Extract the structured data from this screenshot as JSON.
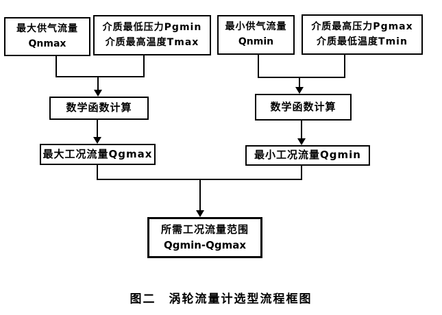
{
  "diagram": {
    "title": "涡轮流量计选型流程框图",
    "caption": "图二　涡轮流量计选型流程框图",
    "colors": {
      "line": "#000000",
      "text": "#000000",
      "background": "#ffffff"
    },
    "boxes": {
      "qnmax": {
        "line1": "最大供气流量",
        "line2": "Qnmax"
      },
      "pgmin_tmax": {
        "line1": "介质最低压力Pgmin",
        "line2": "介质最高温度Tmax"
      },
      "qnmin": {
        "line1": "最小供气流量",
        "line2": "Qnmin"
      },
      "pgmax_tmin": {
        "line1": "介质最高压力Pgmax",
        "line2": "介质最低温度Tmin"
      },
      "calc_left": {
        "label": "数学函数计算"
      },
      "calc_right": {
        "label": "数学函数计算"
      },
      "qgmax": {
        "label": "最大工况流量Qgmax"
      },
      "qgmin": {
        "label": "最小工况流量Qgmin"
      },
      "result": {
        "line1": "所需工况流量范围",
        "line2": "Qgmin-Qgmax"
      }
    }
  }
}
